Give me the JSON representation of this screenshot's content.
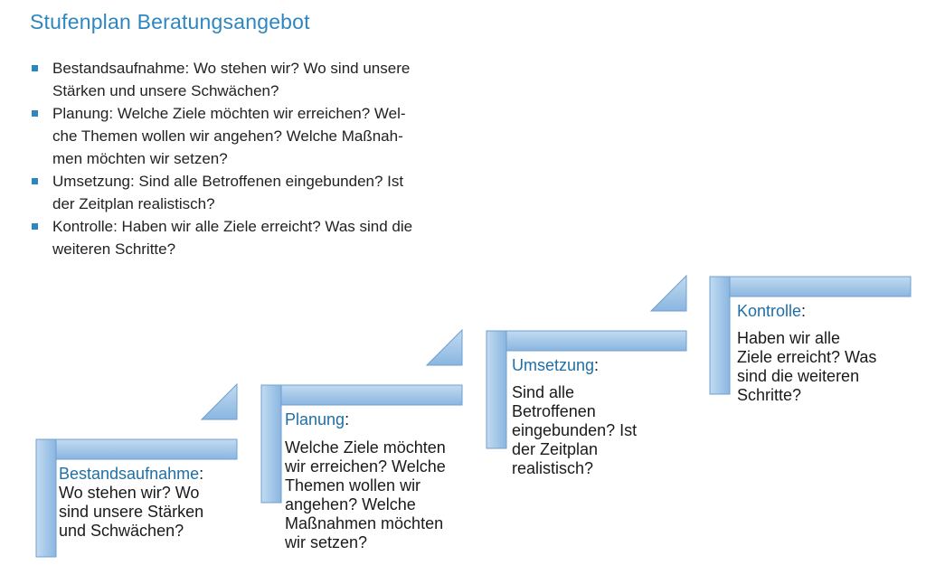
{
  "title": "Stufenplan Beratungsangebot",
  "bullets": [
    [
      "Bestandsaufnahme: Wo stehen wir? Wo sind unsere",
      "Stärken und unsere Schwächen?"
    ],
    [
      "Planung: Welche Ziele möchten wir erreichen? Wel-",
      "che Themen wollen wir angehen? Welche Maßnah-",
      "men möchten wir setzen?"
    ],
    [
      "Umsetzung: Sind alle Betroffenen eingebunden? Ist",
      "der Zeitplan realistisch?"
    ],
    [
      "Kontrolle: Haben wir alle Ziele erreicht? Was sind die",
      "weiteren Schritte?"
    ]
  ],
  "steps": [
    {
      "head": "Bestandsaufnahme",
      "colon": ":",
      "body": [
        "Wo stehen wir? Wo",
        "sind unsere Stärken",
        "und Schwächen?"
      ]
    },
    {
      "head": "Planung",
      "colon": ":",
      "body": [
        "Welche Ziele möchten",
        "wir erreichen? Welche",
        "Themen wollen wir",
        "angehen? Welche",
        "Maßnahmen möchten",
        "wir setzen?"
      ]
    },
    {
      "head": "Umsetzung",
      "colon": ":",
      "body": [
        "Sind alle",
        "Betroffenen",
        "eingebunden? Ist",
        "der Zeitplan",
        "realistisch?"
      ]
    },
    {
      "head": "Kontrolle",
      "colon": ":",
      "body": [
        "Haben wir alle",
        "Ziele erreicht? Was",
        "sind die weiteren",
        "Schritte?"
      ]
    }
  ],
  "colors": {
    "accent": "#2e86c1",
    "stair_fill": "#9dc3e6",
    "stair_stroke": "#6f9fcf"
  }
}
